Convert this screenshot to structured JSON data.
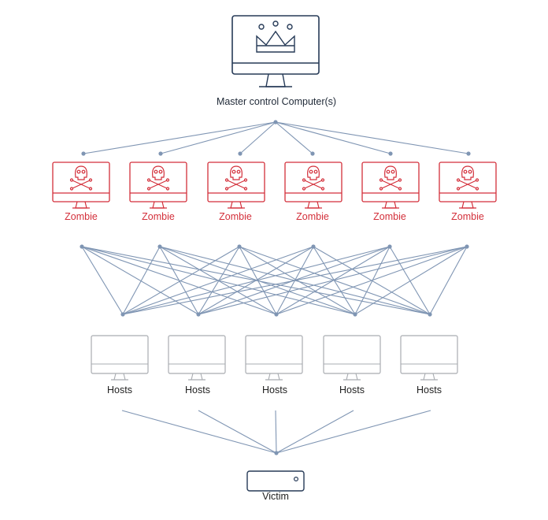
{
  "master": {
    "label": "Master control Computer(s)"
  },
  "zombies": [
    {
      "label": "Zombie"
    },
    {
      "label": "Zombie"
    },
    {
      "label": "Zombie"
    },
    {
      "label": "Zombie"
    },
    {
      "label": "Zombie"
    },
    {
      "label": "Zombie"
    }
  ],
  "hosts": [
    {
      "label": "Hosts"
    },
    {
      "label": "Hosts"
    },
    {
      "label": "Hosts"
    },
    {
      "label": "Hosts"
    },
    {
      "label": "Hosts"
    }
  ],
  "victim": {
    "label": "Victim"
  },
  "colors": {
    "line": "#7f95b3",
    "master_stroke": "#263a57",
    "zombie": "#d32f3a",
    "host_stroke": "#a9acb1"
  }
}
